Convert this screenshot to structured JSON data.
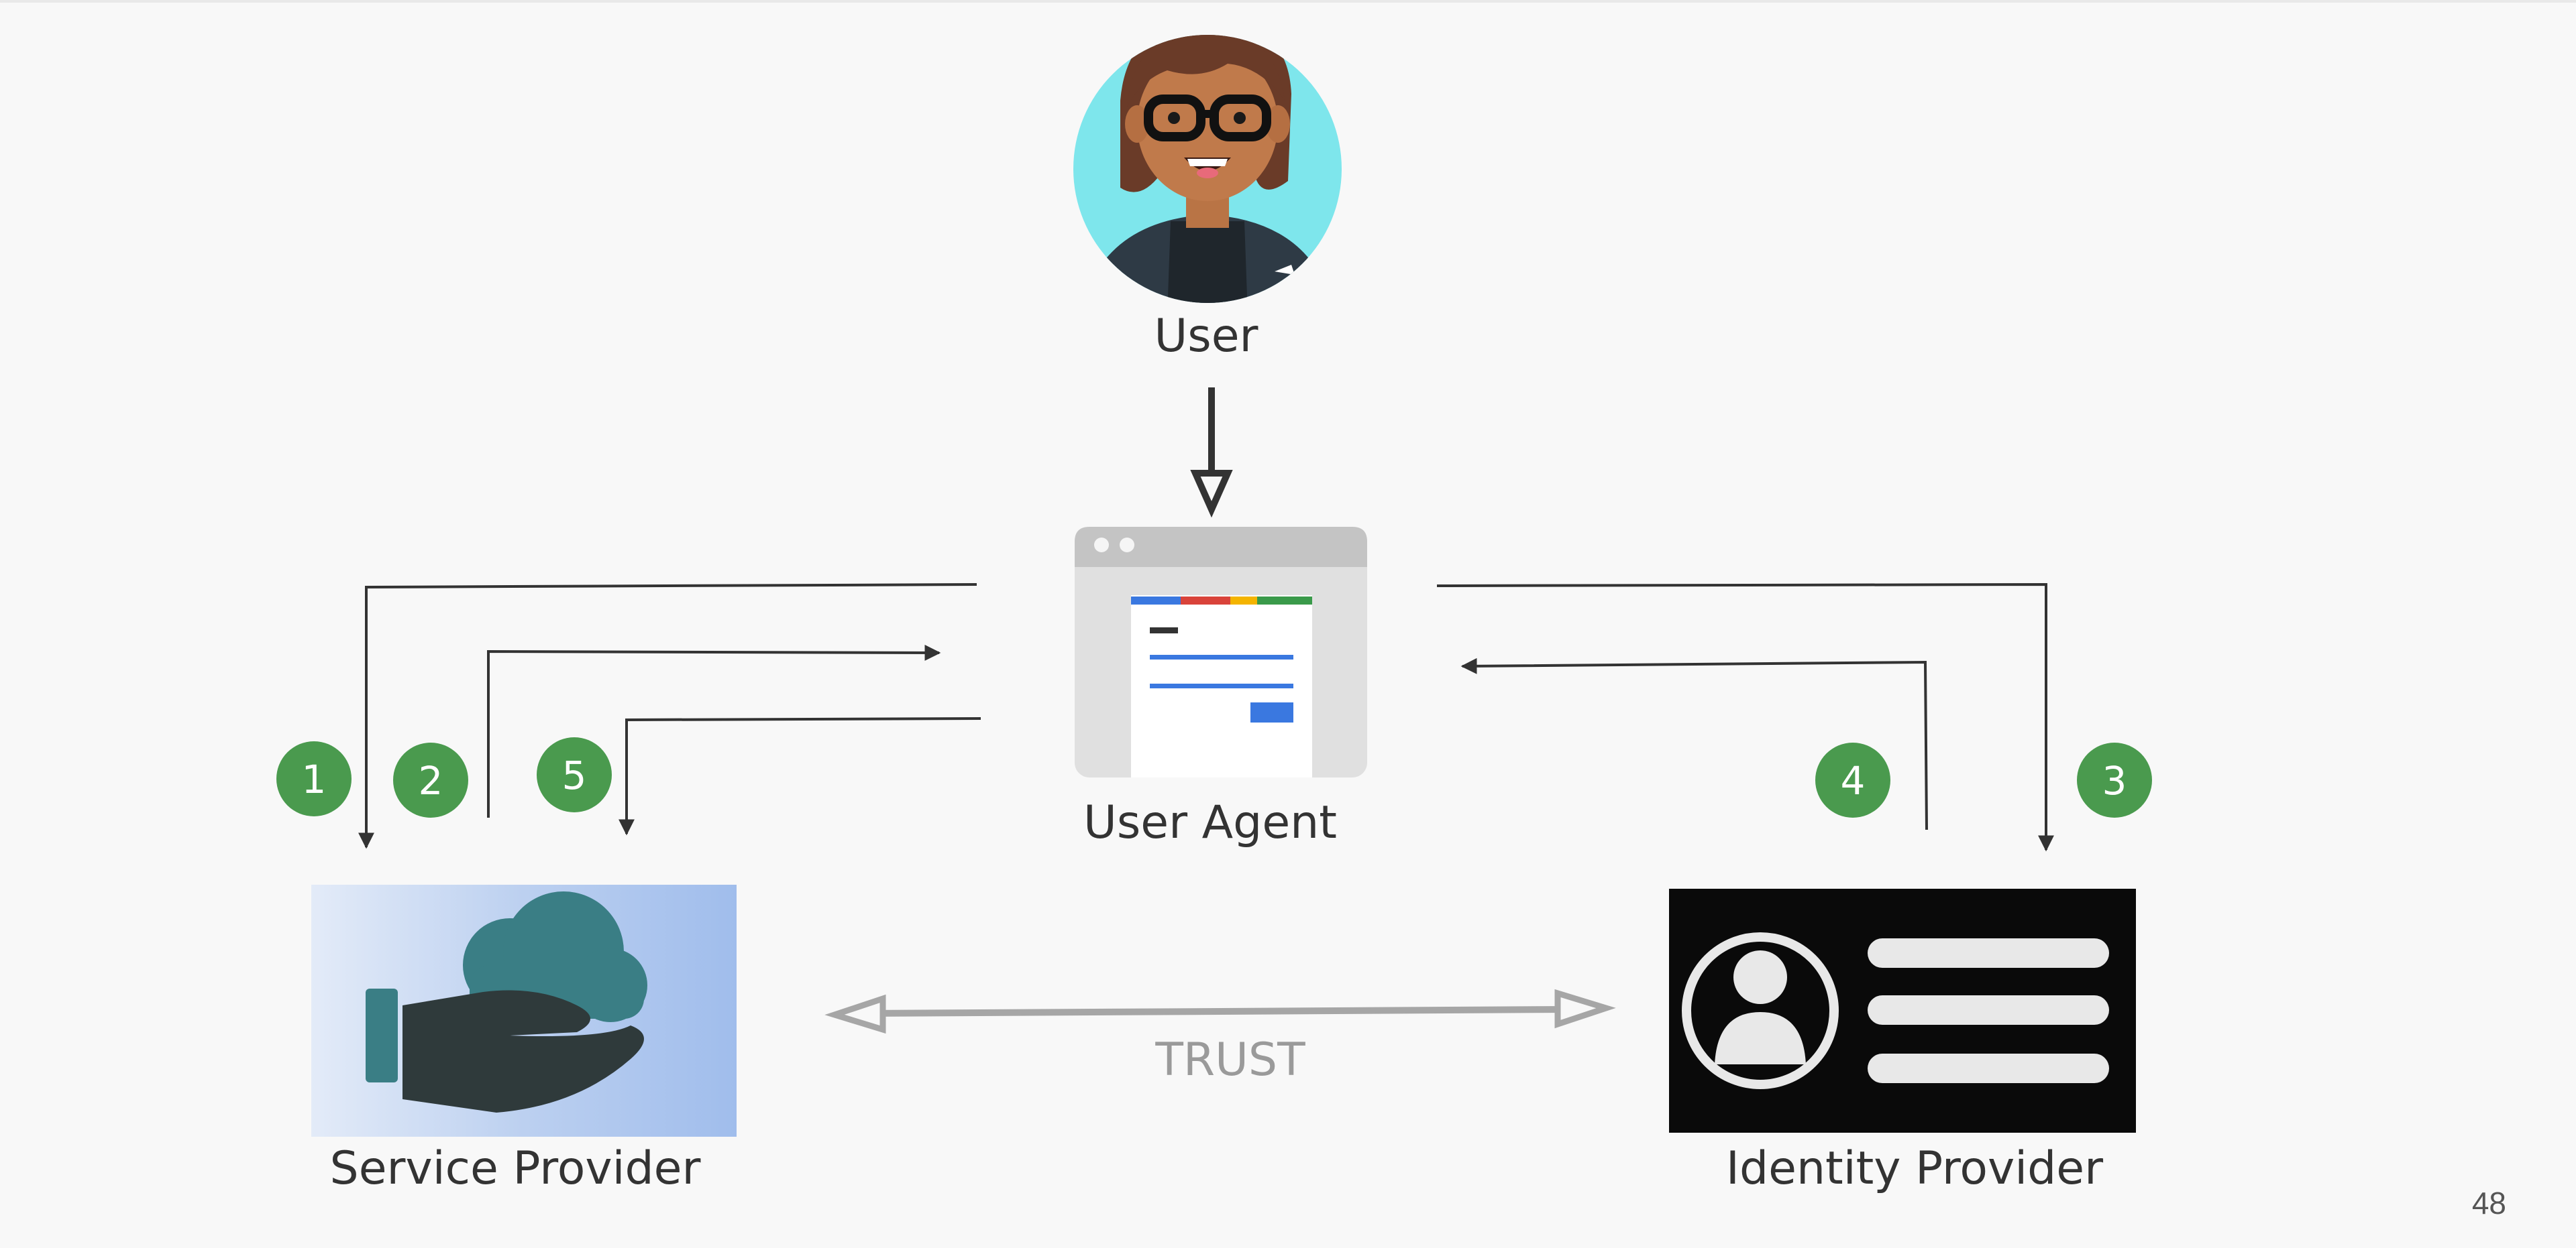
{
  "labels": {
    "user": "User",
    "user_agent": "User Agent",
    "service_provider": "Service Provider",
    "identity_provider": "Identity Provider",
    "trust": "TRUST"
  },
  "steps": [
    "1",
    "2",
    "3",
    "4",
    "5"
  ],
  "page_number": "48",
  "colors": {
    "background": "#f8f8f8",
    "step_badge": "#4a9a4e",
    "arrow": "#333333",
    "trust_arrow": "#a6a6a6",
    "avatar_bg": "#7ee6ec",
    "browser_frame": "#dedede",
    "browser_accent_blue": "#3a78e0",
    "sp_cloud": "#3a7e85",
    "idp_background": "#0a0a0a"
  },
  "icons": {
    "user": "user-avatar-icon",
    "user_agent": "browser-window-icon",
    "service_provider": "hand-cloud-icon",
    "identity_provider": "id-card-icon"
  }
}
